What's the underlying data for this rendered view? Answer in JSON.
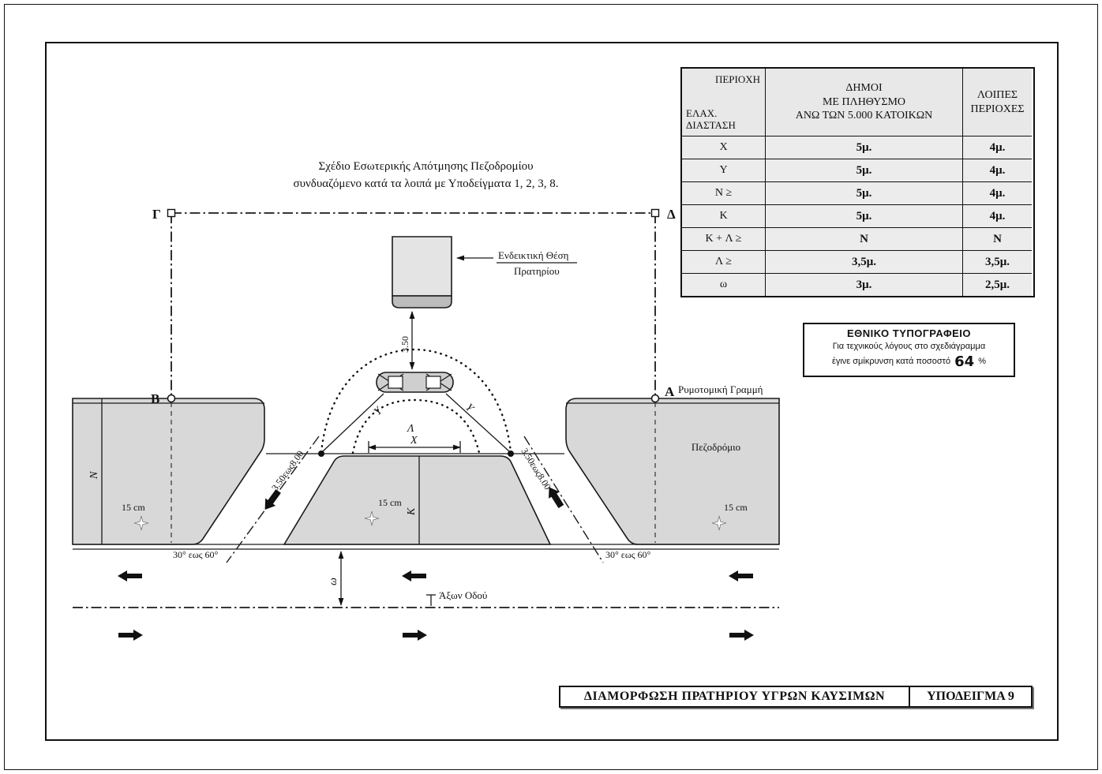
{
  "colors": {
    "line": "#1a1a1a",
    "sidewalk_fill": "#d8d8d8",
    "table_cell_bg": "#ececec",
    "building_fill": "#e4e4e4",
    "building_base_fill": "#bcbcbc"
  },
  "table": {
    "header": {
      "corner_top": "ΠΕΡΙΟΧΗ",
      "corner_bottom": "ΕΛΑΧ.\nΔΙΑΣΤΑΣΗ",
      "col_municipalities": "ΔΗΜΟΙ\nΜΕ ΠΛΗΘΥΣΜΟ\nΑΝΩ ΤΩΝ 5.000 ΚΑΤΟΙΚΩΝ",
      "col_other": "ΛΟΙΠΕΣ\nΠΕΡΙΟΧΕΣ"
    },
    "rows": [
      {
        "dim": "X",
        "col2": "5μ.",
        "col3": "4μ."
      },
      {
        "dim": "Y",
        "col2": "5μ.",
        "col3": "4μ."
      },
      {
        "dim": "N ≥",
        "col2": "5μ.",
        "col3": "4μ."
      },
      {
        "dim": "K",
        "col2": "5μ.",
        "col3": "4μ."
      },
      {
        "dim": "K + Λ ≥",
        "col2": "N",
        "col3": "N"
      },
      {
        "dim": "Λ ≥",
        "col2": "3,5μ.",
        "col3": "3,5μ."
      },
      {
        "dim": "ω",
        "col2": "3μ.",
        "col3": "2,5μ."
      }
    ]
  },
  "note": {
    "title": "ΕΘΝΙΚΟ ΤΥΠΟΓΡΑΦΕΙΟ",
    "line1": "Για τεχνικούς λόγους στο σχεδιάγραμμα",
    "line2": "έγινε σμίκρυνση κατά ποσοστό",
    "percent": "64",
    "percent_sign": "%"
  },
  "drawing": {
    "title_line1": "Σχέδιο Εσωτερικής Απότμησης Πεζοδρομίου",
    "title_line2": "συνδυαζόμενο κατά τα λοιπά με Υποδείγματα  1, 2, 3, 8.",
    "point_gamma": "Γ",
    "point_delta": "Δ",
    "point_b": "B",
    "point_a": "A",
    "building_line_label": "Ρυμοτομική Γραμμή",
    "station_label_line1": "Ενδεικτική Θέση",
    "station_label_line2": "Πρατηρίου",
    "dim_350": "3.50",
    "dim_y": "Y",
    "dim_lambda": "Λ",
    "dim_x": "X",
    "dim_k": "K",
    "dim_n": "N",
    "dim_omega": "ω",
    "label_15cm": "15 cm",
    "ramp_length_range": "3.50εως8.00",
    "angle_range": "30° εως 60°",
    "sidewalk_label": "Πεζοδρόμιο",
    "road_axis_label": "Άξων Οδού"
  },
  "title_block": {
    "title": "ΔΙΑΜΟΡΦΩΣΗ  ΠΡΑΤΗΡΙΟΥ  ΥΓΡΩΝ  ΚΑΥΣΙΜΩΝ",
    "number": "ΥΠΟΔΕΙΓΜΑ  9"
  }
}
